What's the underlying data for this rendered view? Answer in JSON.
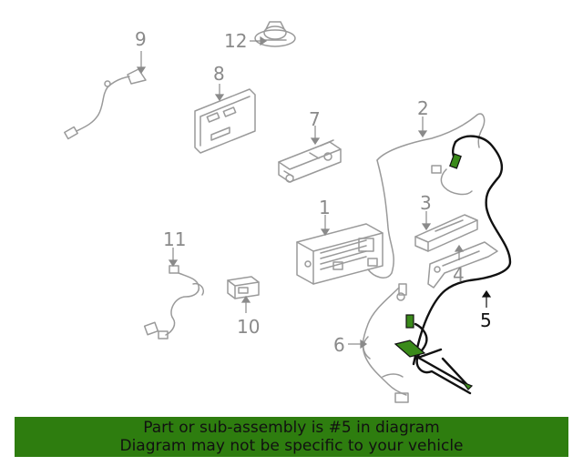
{
  "callouts": {
    "c1": "1",
    "c2": "2",
    "c3": "3",
    "c4": "4",
    "c5": "5",
    "c6": "6",
    "c7": "7",
    "c8": "8",
    "c9": "9",
    "c10": "10",
    "c11": "11",
    "c12": "12"
  },
  "banner": {
    "line1": "Part or sub-assembly is #5 in diagram",
    "line2": "Diagram may not be specific to your vehicle"
  },
  "colors": {
    "part_outline": "#999999",
    "highlight_harness": "#111111",
    "connector_green": "#3a8a1a",
    "banner_bg": "#2e7d0f"
  }
}
